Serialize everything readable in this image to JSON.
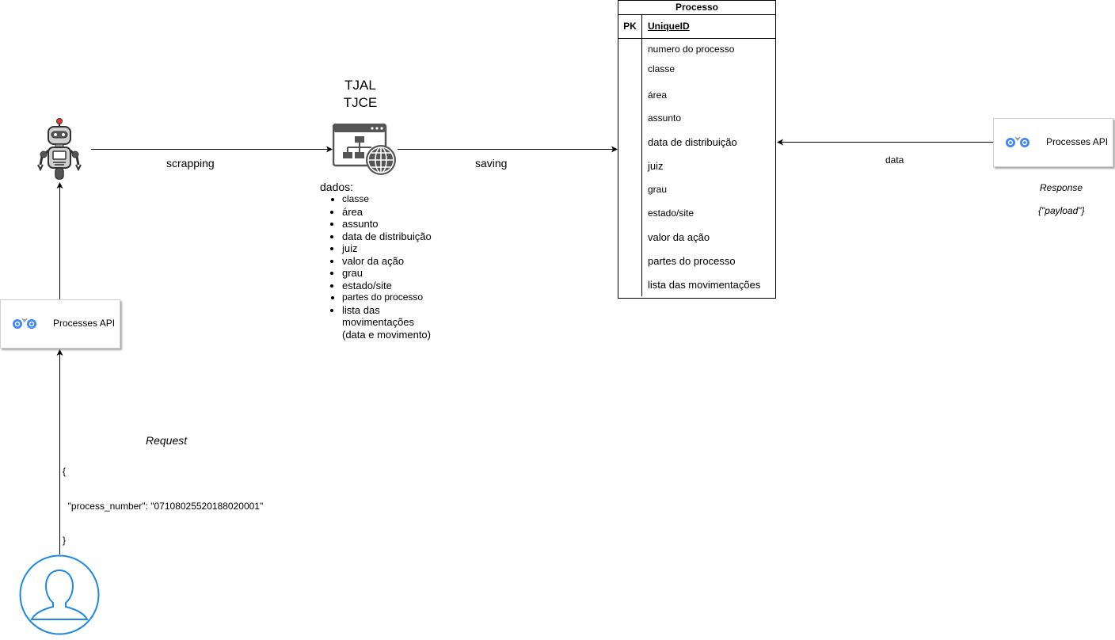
{
  "edges": {
    "scrapping": "scrapping",
    "saving": "saving",
    "data": "data"
  },
  "sources": {
    "line1": "TJAL",
    "line2": "TJCE"
  },
  "dados": {
    "title": "dados:",
    "items": [
      "classe",
      "área",
      "assunto",
      "data de distribuição",
      "juiz",
      "valor da ação",
      "grau",
      "estado/site",
      "partes do processo",
      "lista das",
      "movimentações",
      "(data e movimento)"
    ]
  },
  "api_left": {
    "label": "Processes API"
  },
  "api_right": {
    "label": "Processes API"
  },
  "response": {
    "title": "Response",
    "body": "{\"payload\"}"
  },
  "request": {
    "title": "Request",
    "line1": "{",
    "line2": "  \"process_number\": \"07108025520188020001\"",
    "line3": "}"
  },
  "table": {
    "title": "Processo",
    "pk": "PK",
    "pk_field": "UniqueID",
    "fields": [
      "numero do processo",
      "classe",
      "área",
      "assunto",
      "data de distribuição",
      "juiz",
      "grau",
      "estado/site",
      "valor da ação",
      "partes do processo",
      "lista das movimentações"
    ]
  },
  "icons": {
    "robot": "robot-icon",
    "web_app": "web-sitemap-icon",
    "api": "api-endpoints-icon",
    "user": "user-icon"
  },
  "colors": {
    "api_blue": "#4285f4",
    "user_blue": "#1e88e5",
    "robot_red": "#e53935"
  }
}
